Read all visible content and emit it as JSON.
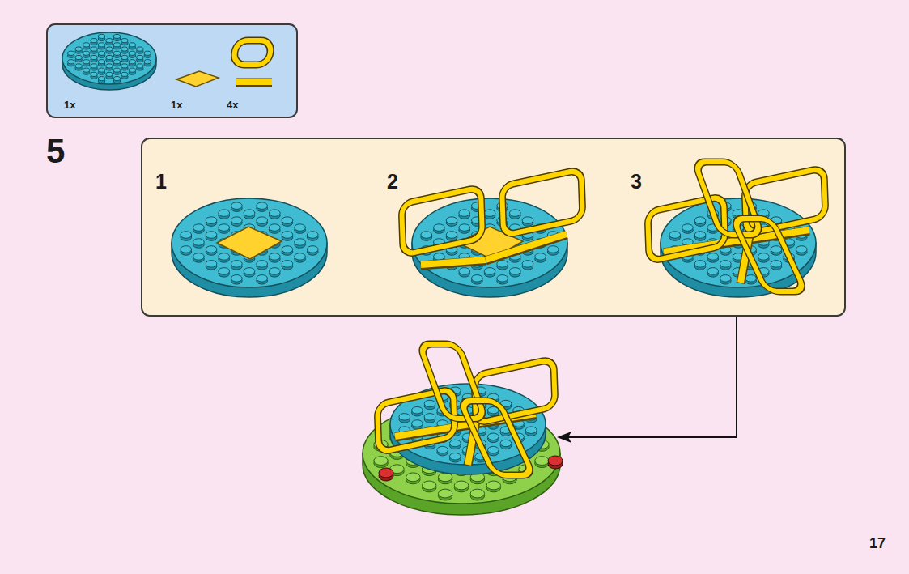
{
  "diagram": {
    "nodes": [
      {
        "text": [
          "1x",
          "1x",
          "4x"
        ]
      },
      {
        "text": [
          "1",
          "2",
          "3"
        ]
      }
    ],
    "labels": [
      "5",
      "17"
    ]
  }
}
